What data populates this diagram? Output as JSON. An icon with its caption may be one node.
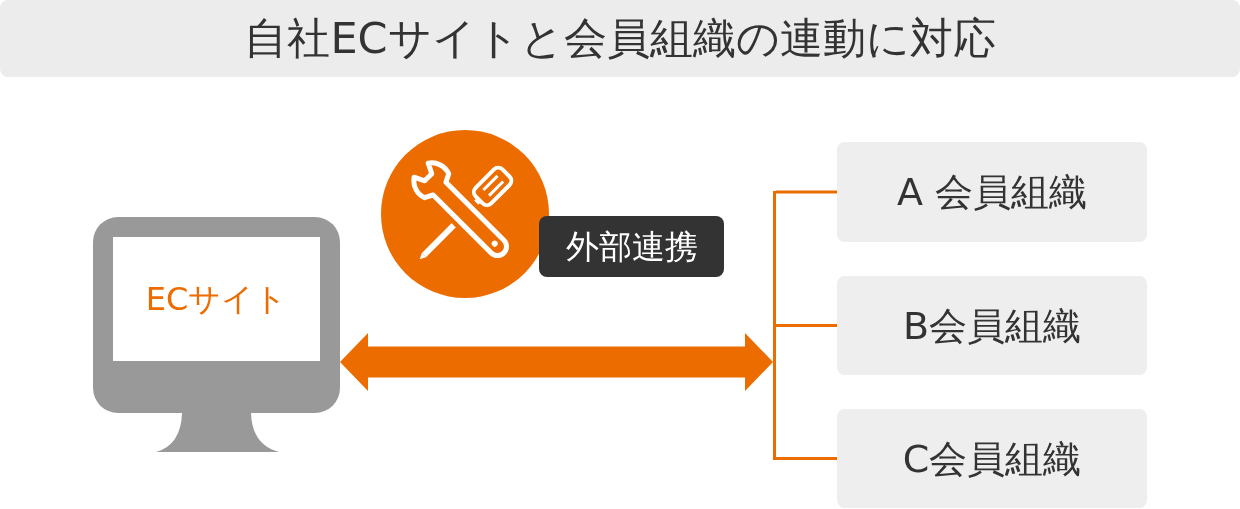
{
  "diagram": {
    "title": "自社ECサイトと会員組織の連動に対応",
    "nodes": [
      {
        "text": [
          "ECサイト"
        ]
      },
      {
        "text": [
          "外部連携"
        ]
      },
      {
        "text": [
          "A 会員組織"
        ]
      },
      {
        "text": [
          "B会員組織"
        ]
      },
      {
        "text": [
          "C会員組織"
        ]
      },
      {
        "text": [],
        "shape": "bar"
      }
    ],
    "edges": [
      {
        "from": 0,
        "to": 5,
        "arrow": "both",
        "style": "thick"
      },
      {
        "from": 5,
        "to": 2,
        "arrow": "none"
      },
      {
        "from": 5,
        "to": 3,
        "arrow": "none"
      },
      {
        "from": 5,
        "to": 4,
        "arrow": "none"
      }
    ]
  }
}
